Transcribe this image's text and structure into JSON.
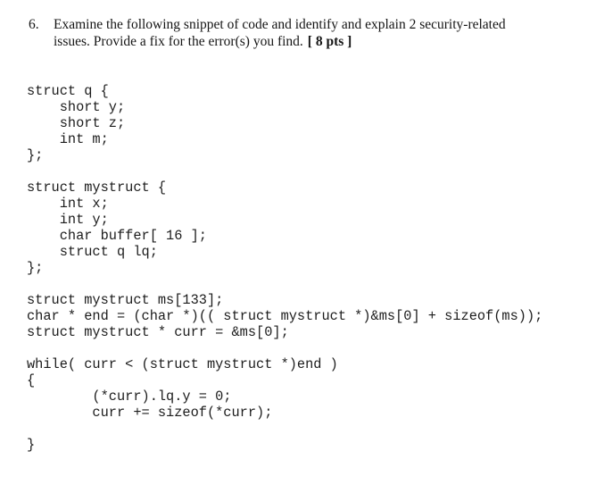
{
  "page": {
    "background": "#ffffff",
    "text_color": "#151515"
  },
  "question": {
    "number": "6.",
    "text_line1": "Examine the following snippet of code and identify and explain 2 security-related",
    "text_line2": "issues. Provide a fix for the error(s) you find.",
    "points": "[ 8 pts ]"
  },
  "code": {
    "language": "c",
    "lines": [
      "struct q {",
      "    short y;",
      "    short z;",
      "    int m;",
      "};",
      "",
      "struct mystruct {",
      "    int x;",
      "    int y;",
      "    char buffer[ 16 ];",
      "    struct q lq;",
      "};",
      "",
      "struct mystruct ms[133];",
      "char * end = (char *)(( struct mystruct *)&ms[0] + sizeof(ms));",
      "struct mystruct * curr = &ms[0];",
      "",
      "while( curr < (struct mystruct *)end )",
      "{",
      "        (*curr).lq.y = 0;",
      "        curr += sizeof(*curr);",
      "",
      "}"
    ]
  }
}
